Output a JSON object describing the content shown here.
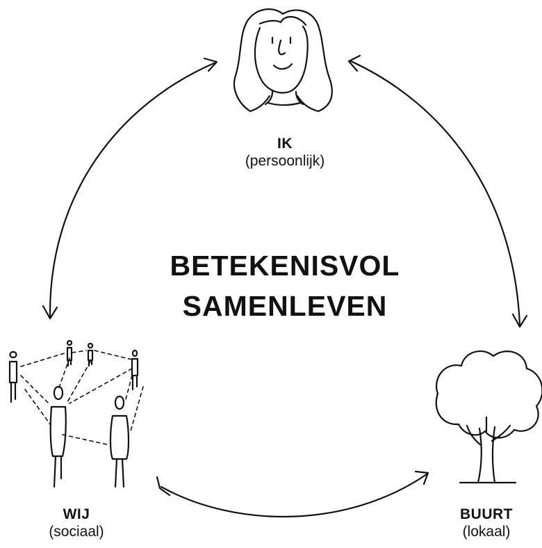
{
  "title": {
    "line1": "BETEKENISVOL",
    "line2": "SAMENLEVEN"
  },
  "nodes": {
    "ik": {
      "label": "IK",
      "sub": "(persoonlijk)",
      "icon": "woman-face-icon"
    },
    "wij": {
      "label": "WIJ",
      "sub": "(sociaal)",
      "icon": "people-network-icon"
    },
    "buurt": {
      "label": "BUURT",
      "sub": "(lokaal)",
      "icon": "tree-icon"
    }
  },
  "edges": [
    {
      "from": "ik",
      "to": "wij",
      "direction": "both"
    },
    {
      "from": "ik",
      "to": "buurt",
      "direction": "both"
    },
    {
      "from": "wij",
      "to": "buurt",
      "direction": "both"
    }
  ]
}
